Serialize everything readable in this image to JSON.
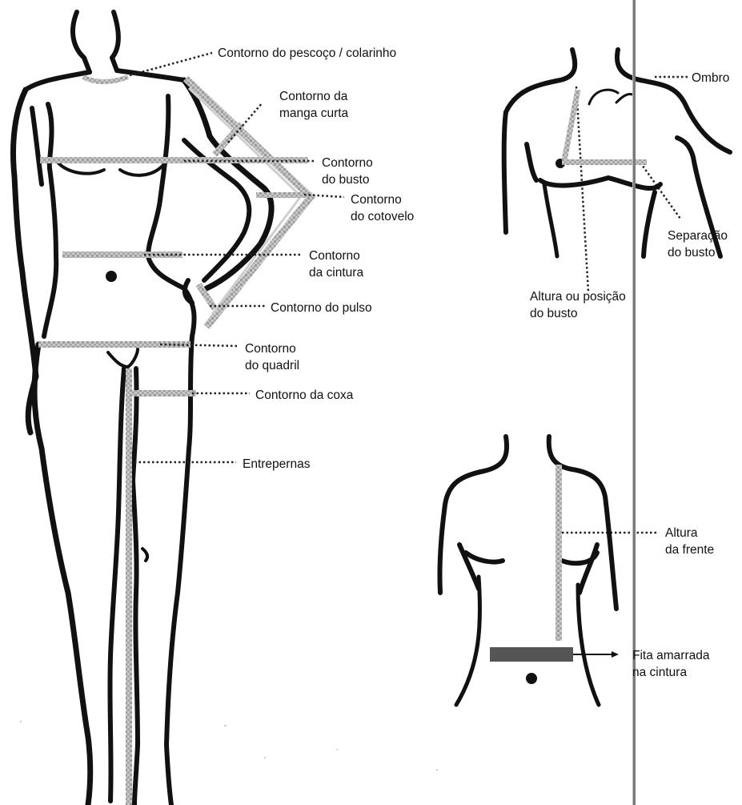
{
  "colors": {
    "outline": "#111111",
    "tape": "#b8b8b8",
    "leader": "#222222",
    "divider": "#7a7a7a",
    "belt": "#555555"
  },
  "icons": {
    "full_body": "female-figure-front-icon",
    "torso_top": "female-torso-upper-icon",
    "torso_bottom": "female-torso-front-icon"
  },
  "labels": {
    "neck": "Contorno do pescoço / colarinho",
    "sleeve_1": "Contorno da",
    "sleeve_2": "manga curta",
    "bust_1": "Contorno",
    "bust_2": "do busto",
    "elbow_1": "Contorno",
    "elbow_2": "do cotovelo",
    "waist_1": "Contorno",
    "waist_2": "da cintura",
    "wrist": "Contorno do pulso",
    "hip_1": "Contorno",
    "hip_2": "do quadril",
    "thigh": "Contorno da coxa",
    "inseam": "Entrepernas",
    "shoulder": "Ombro",
    "bust_sep_1": "Separação",
    "bust_sep_2": "do busto",
    "bust_height_1": "Altura ou posição",
    "bust_height_2": "do busto",
    "front_height_1": "Altura",
    "front_height_2": "da frente",
    "belt_1": "Fita amarrada",
    "belt_2": "na cintura"
  }
}
